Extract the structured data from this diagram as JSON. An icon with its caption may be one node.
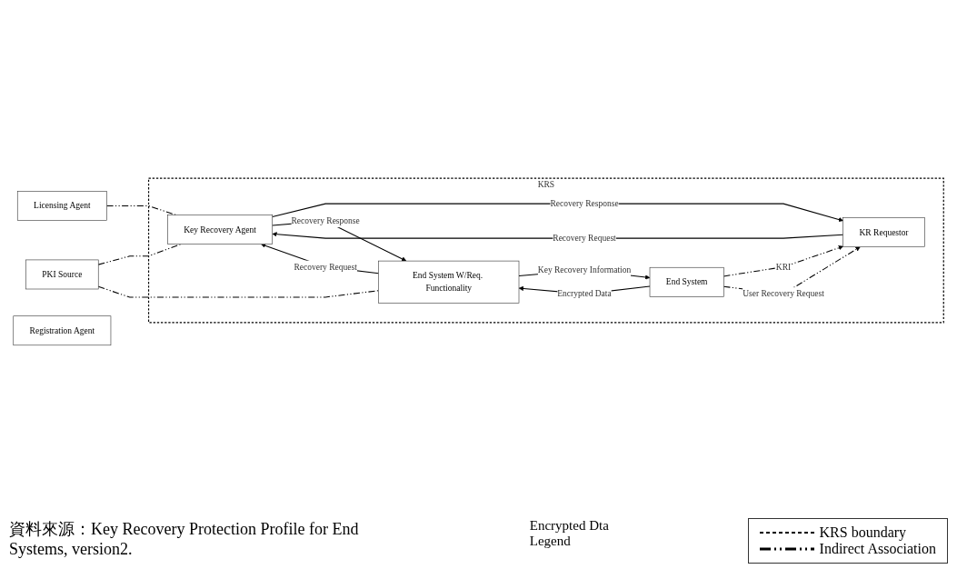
{
  "diagram": {
    "caption": "資料來源：Key Recovery Protection Profile for End Systems, version2.",
    "nodes": [
      {
        "text": [
          "Licensing Agent"
        ]
      },
      {
        "text": [
          "PKI Source"
        ]
      },
      {
        "text": [
          "Registration Agent"
        ]
      },
      {
        "text": [
          "KRS"
        ]
      },
      {
        "text": [
          "Key Recovery Agent"
        ],
        "in": 3
      },
      {
        "text": [
          "KR Requestor"
        ],
        "in": 3
      },
      {
        "text": [
          "End System W/Req. Functionality"
        ],
        "in": 3
      },
      {
        "text": [
          "End System"
        ],
        "in": 3
      }
    ],
    "edges": [
      {
        "from": 0,
        "to": 4,
        "arrow": "none",
        "style": "dashed"
      },
      {
        "from": 1,
        "to": 4,
        "arrow": "none",
        "style": "dashed"
      },
      {
        "from": 1,
        "to": 6,
        "arrow": "none",
        "style": "dashed"
      },
      {
        "from": 5,
        "to": 4,
        "arrow": "to",
        "label": "Recovery Request"
      },
      {
        "from": 4,
        "to": 5,
        "arrow": "to",
        "label": "Recovery Response"
      },
      {
        "from": 4,
        "to": 6,
        "arrow": "to",
        "label": "Recovery Response"
      },
      {
        "from": 6,
        "to": 4,
        "arrow": "to",
        "label": "Recovery Request"
      },
      {
        "from": 7,
        "to": 6,
        "arrow": "to",
        "label": "Encrypted Data"
      },
      {
        "from": 6,
        "to": 7,
        "arrow": "to",
        "label": "Key Recovery Information"
      },
      {
        "from": 7,
        "to": 5,
        "arrow": "to",
        "style": "dashed",
        "label": "KRI"
      },
      {
        "from": 7,
        "to": 5,
        "arrow": "to",
        "style": "dashed",
        "label": "User Recovery Request"
      }
    ],
    "labels": [
      "Encrypted Dta",
      "Legend"
    ],
    "legend": [
      {
        "text": "KRS boundary"
      },
      {
        "text": "Indirect Association"
      }
    ]
  }
}
